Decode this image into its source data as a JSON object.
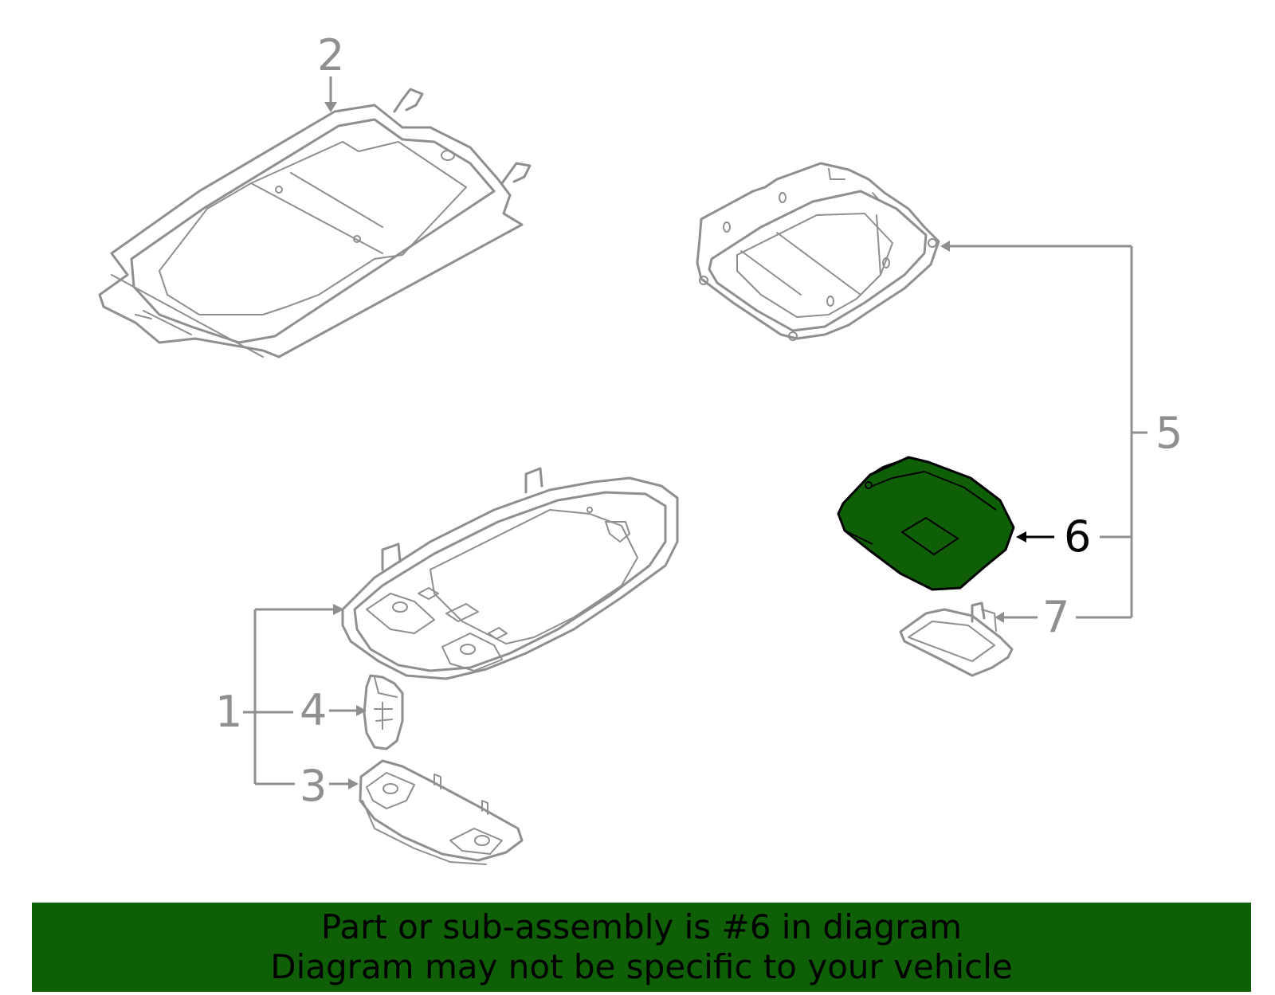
{
  "callouts": {
    "c1": "1",
    "c2": "2",
    "c3": "3",
    "c4": "4",
    "c5": "5",
    "c6": "6",
    "c7": "7"
  },
  "banner": {
    "line1": "Part or sub-assembly is #6 in diagram",
    "line2": "Diagram may not be specific to your vehicle"
  },
  "colors": {
    "highlight": "#0f5f06",
    "line_gray": "#8f8f8f",
    "highlight_outline": "#000000"
  }
}
